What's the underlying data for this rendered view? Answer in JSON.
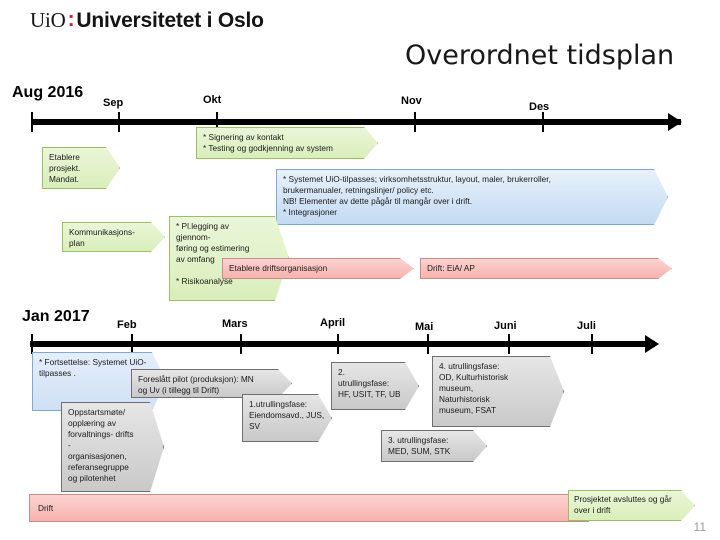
{
  "logo": {
    "mark": "UiO",
    "separator": ":",
    "name": "Universitetet i Oslo"
  },
  "title": "Overordnet tidsplan",
  "page_number": "11",
  "colors": {
    "green_fill": "#dceec0",
    "green_border": "#9cbf63",
    "blue_fill": "#cfe0f5",
    "blue_border": "#7fa9d4",
    "pink_fill": "#f6b3ae",
    "pink_border": "#c98d87",
    "gray_fill": "#d4d4d4",
    "gray_border": "#6f6f6f",
    "logo_accent": "#d0232b",
    "axis": "#000000"
  },
  "timeline_2016": {
    "start_label": "Aug 2016",
    "ticks": [
      "Sep",
      "Okt",
      "Nov",
      "Des"
    ],
    "items": [
      {
        "name": "etablere-prosjekt",
        "text": "Etablere\nprosjekt.\nMandat.",
        "style": "green"
      },
      {
        "name": "signering-testing",
        "text": "* Signering av kontakt\n* Testing og godkjenning av system",
        "style": "green"
      },
      {
        "name": "system-tilpasses",
        "text": "* Systemet UiO-tilpasses; virksomhetsstruktur, layout, maler, brukerroller,\nbrukermanualer, retningslinjer/ policy etc.\nNB! Elementer av dette pågår til mangår over i drift.\n* Integrasjoner",
        "style": "blue"
      },
      {
        "name": "kommunikasjonsplan",
        "text": "Kommunikasjons-\nplan",
        "style": "green"
      },
      {
        "name": "planlegging-gjennomforing",
        "text": "* Pl.legging av\ngjennom-\nføring og estimering\nav omfang\n\n* Risikoanalyse",
        "style": "green"
      },
      {
        "name": "etablere-driftsorganisasjon",
        "text": "Etablere driftsorganisasjon",
        "style": "pink"
      },
      {
        "name": "drift-eia-ap",
        "text": "Drift: EiA/ AP",
        "style": "pink"
      }
    ]
  },
  "timeline_2017": {
    "start_label": "Jan 2017",
    "ticks": [
      "Feb",
      "Mars",
      "April",
      "Mai",
      "Juni",
      "Juli"
    ],
    "items": [
      {
        "name": "fortsettelse-uio-tilpasses",
        "text": "* Fortsettelse: Systemet UiO-\ntilpasses .",
        "style": "blue2"
      },
      {
        "name": "foreslatt-pilot",
        "text": "Foreslått pilot (produksjon): MN\nog Uv (i tillegg til Drift)",
        "style": "gray"
      },
      {
        "name": "oppstartsmote",
        "text": "Oppstartsmøte/\nopplæring av\nforvaltnings- drifts\n-\norganisasjonen,\nreferansegruppe\nog pilotenhet",
        "style": "gray"
      },
      {
        "name": "utrullingsfase-1",
        "text": "1.utrullingsfase:\nEiendomsavd., JUS,\nSV",
        "style": "gray"
      },
      {
        "name": "utrullingsfase-2",
        "text": "2.\nutrullingsfase:\nHF, USIT, TF, UB",
        "style": "gray"
      },
      {
        "name": "utrullingsfase-3",
        "text": "3. utrullingsfase:\nMED, SUM, STK",
        "style": "gray"
      },
      {
        "name": "utrullingsfase-4",
        "text": "4. utrullingsfase:\nOD, Kulturhistorisk\nmuseum,\nNaturhistorisk\nmuseum, FSAT",
        "style": "gray"
      },
      {
        "name": "drift-bar",
        "text": "Drift",
        "style": "pink"
      },
      {
        "name": "prosjekt-avsluttes",
        "text": "Prosjektet avsluttes og går\nover i drift",
        "style": "green"
      }
    ]
  }
}
